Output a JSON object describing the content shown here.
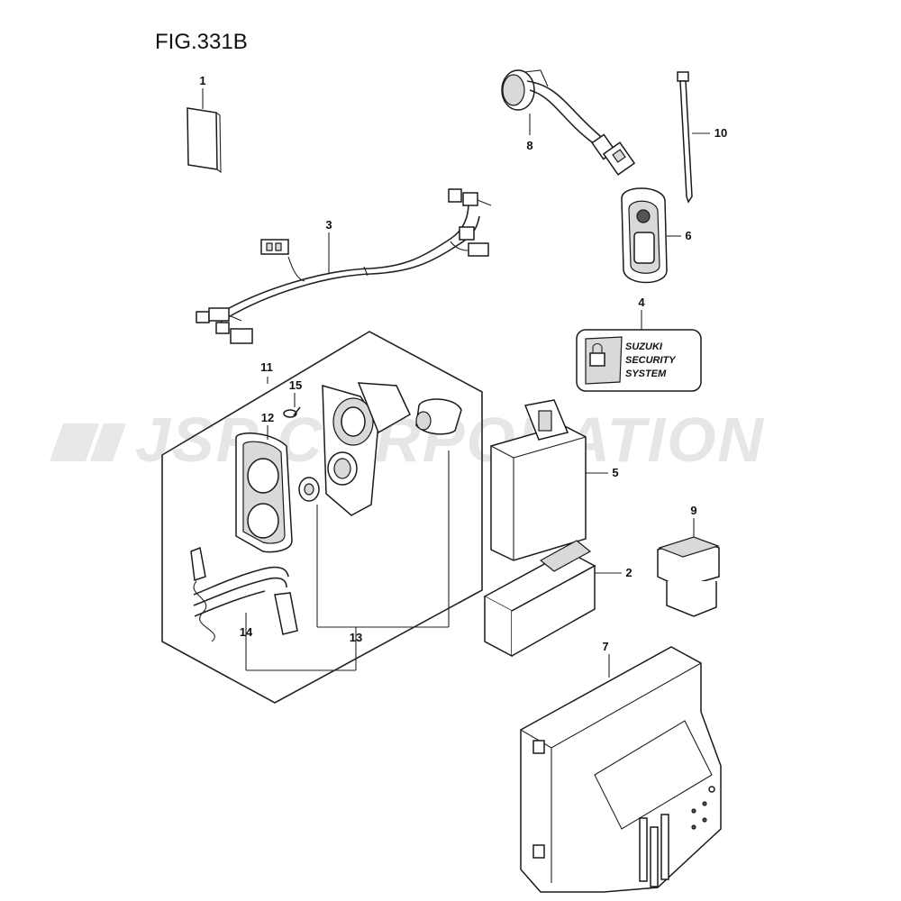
{
  "figure": {
    "title": "FIG.331B"
  },
  "watermark": {
    "text": "JSP CORPORATION"
  },
  "decal": {
    "line1": "SUZUKI",
    "line2": "SECURITY",
    "line3": "SYSTEM"
  },
  "callouts": {
    "c1": "1",
    "c2": "2",
    "c3": "3",
    "c4": "4",
    "c5": "5",
    "c6": "6",
    "c7": "7",
    "c8": "8",
    "c9": "9",
    "c10": "10",
    "c11": "11",
    "c12": "12",
    "c13": "13",
    "c14": "14",
    "c15": "15"
  }
}
